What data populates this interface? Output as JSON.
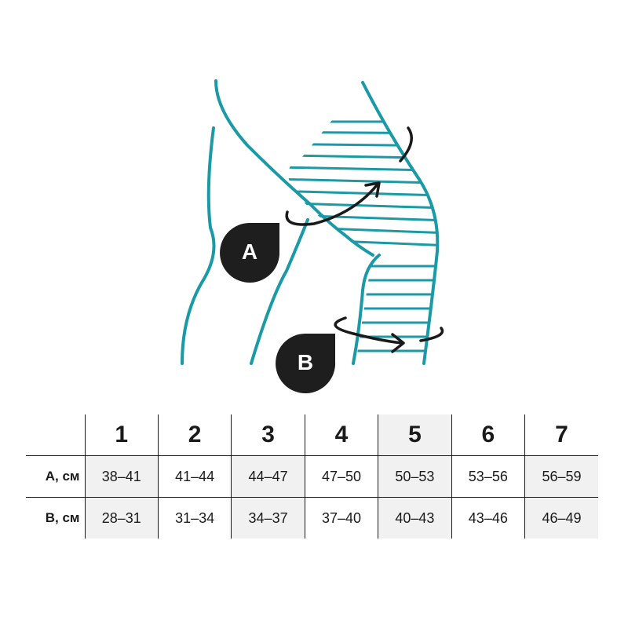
{
  "diagram": {
    "markers": {
      "a": "A",
      "b": "B"
    },
    "colors": {
      "outline": "#1a9aa6",
      "stripes": "#1a9aa6",
      "arrows": "#1a1a1a",
      "marker_fill": "#1e1e1e"
    }
  },
  "table": {
    "sizes": [
      "1",
      "2",
      "3",
      "4",
      "5",
      "6",
      "7"
    ],
    "rows": [
      {
        "label": "A, см",
        "values": [
          "38–41",
          "41–44",
          "44–47",
          "47–50",
          "50–53",
          "53–56",
          "56–59"
        ]
      },
      {
        "label": "B, см",
        "values": [
          "28–31",
          "31–34",
          "34–37",
          "37–40",
          "40–43",
          "43–46",
          "46–49"
        ]
      }
    ]
  }
}
